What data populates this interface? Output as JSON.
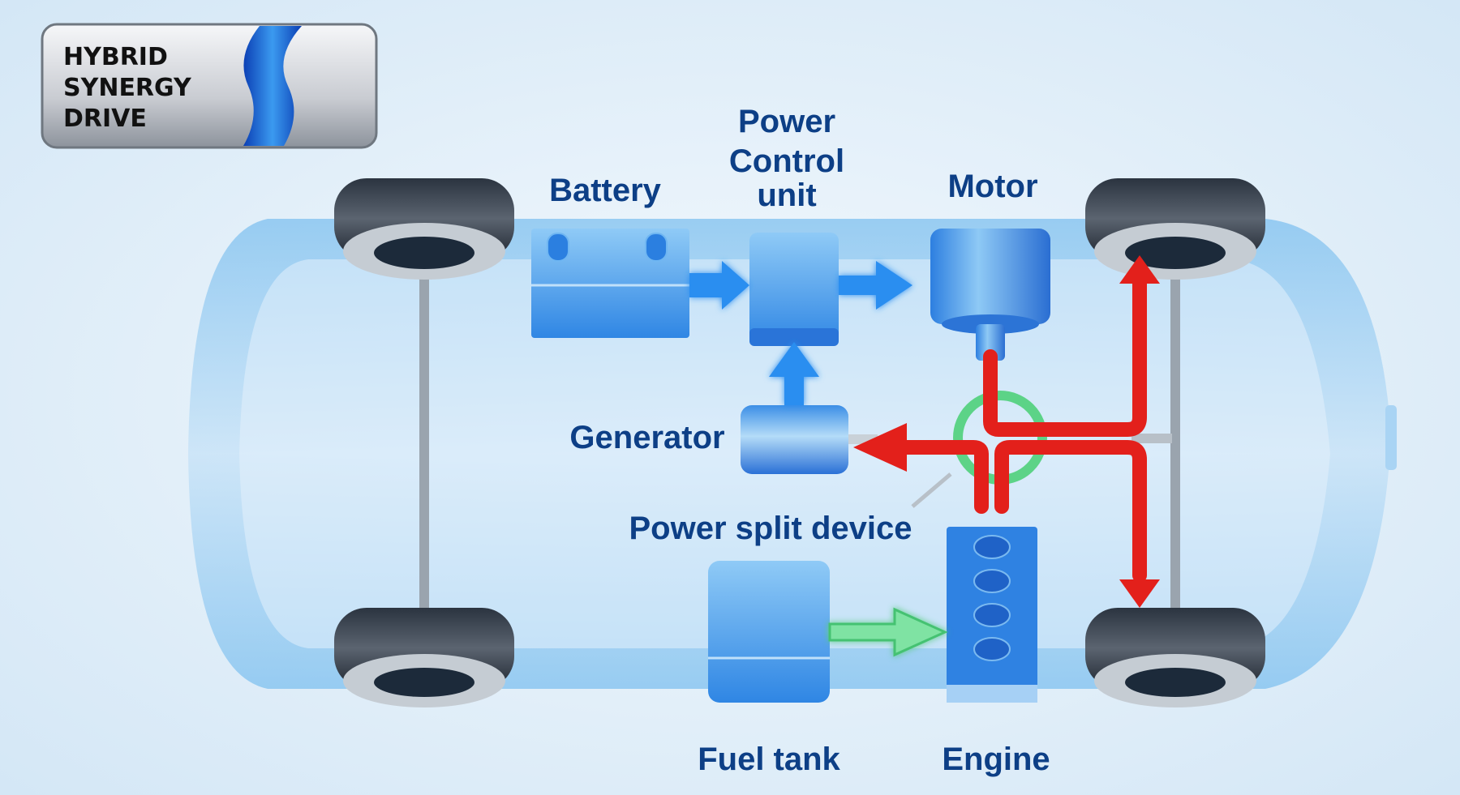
{
  "logo": {
    "lines": [
      "HYBRID",
      "SYNERGY",
      "DRIVE"
    ],
    "accent_color": "#1b5fd6"
  },
  "components": {
    "battery": "Battery",
    "pcu_lines": [
      "Power",
      "Control",
      "unit"
    ],
    "motor": "Motor",
    "generator": "Generator",
    "power_split": "Power split device",
    "fuel_tank": "Fuel tank",
    "engine": "Engine"
  },
  "flows": [
    {
      "from": "battery",
      "to": "power-control-unit",
      "kind": "electric"
    },
    {
      "from": "power-control-unit",
      "to": "motor",
      "kind": "electric"
    },
    {
      "from": "generator",
      "to": "power-control-unit",
      "kind": "electric"
    },
    {
      "from": "power-split-device",
      "to": "generator",
      "kind": "mechanical"
    },
    {
      "from": "motor",
      "to": "rear-axle",
      "kind": "mechanical"
    },
    {
      "from": "engine",
      "to": "power-split-device",
      "kind": "mechanical"
    },
    {
      "from": "fuel-tank",
      "to": "engine",
      "kind": "fuel"
    }
  ],
  "colors": {
    "electric": "#2b8ef0",
    "mechanical": "#e3201b",
    "fuel": "#5fd68a",
    "label": "#0d3f86",
    "body": "#8cc5f0"
  }
}
